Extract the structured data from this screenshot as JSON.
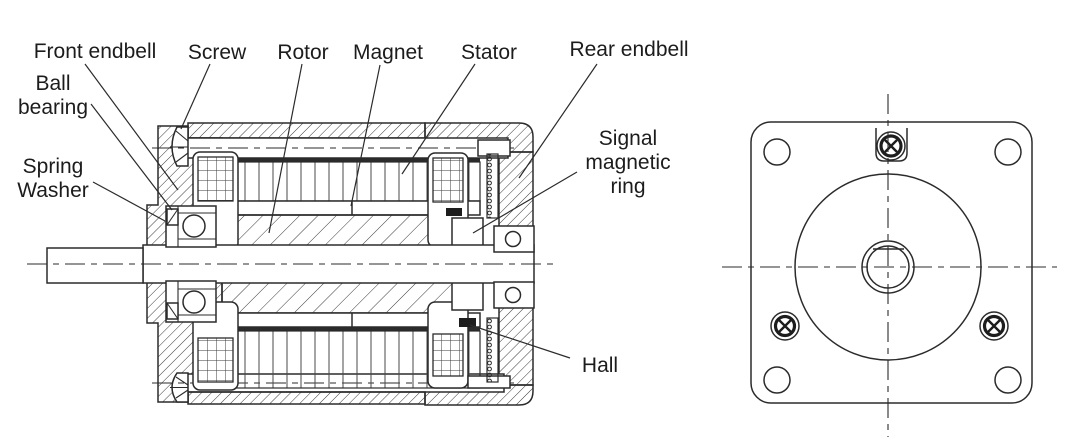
{
  "figure": {
    "type": "technical-line-diagram",
    "subject": "Brushless DC motor: longitudinal cross-section view and front end view",
    "line_color": "#2b2b2b",
    "background": "#ffffff"
  },
  "labels": {
    "front_endbell": "Front endbell",
    "screw": "Screw",
    "rotor": "Rotor",
    "magnet": "Magnet",
    "stator": "Stator",
    "rear_endbell": "Rear endbell",
    "ball_bearing": [
      "Ball",
      "bearing"
    ],
    "spring_washer": [
      "Spring",
      "Washer"
    ],
    "signal_magnetic_ring": [
      "Signal",
      "magnetic",
      "ring"
    ],
    "hall": "Hall"
  }
}
